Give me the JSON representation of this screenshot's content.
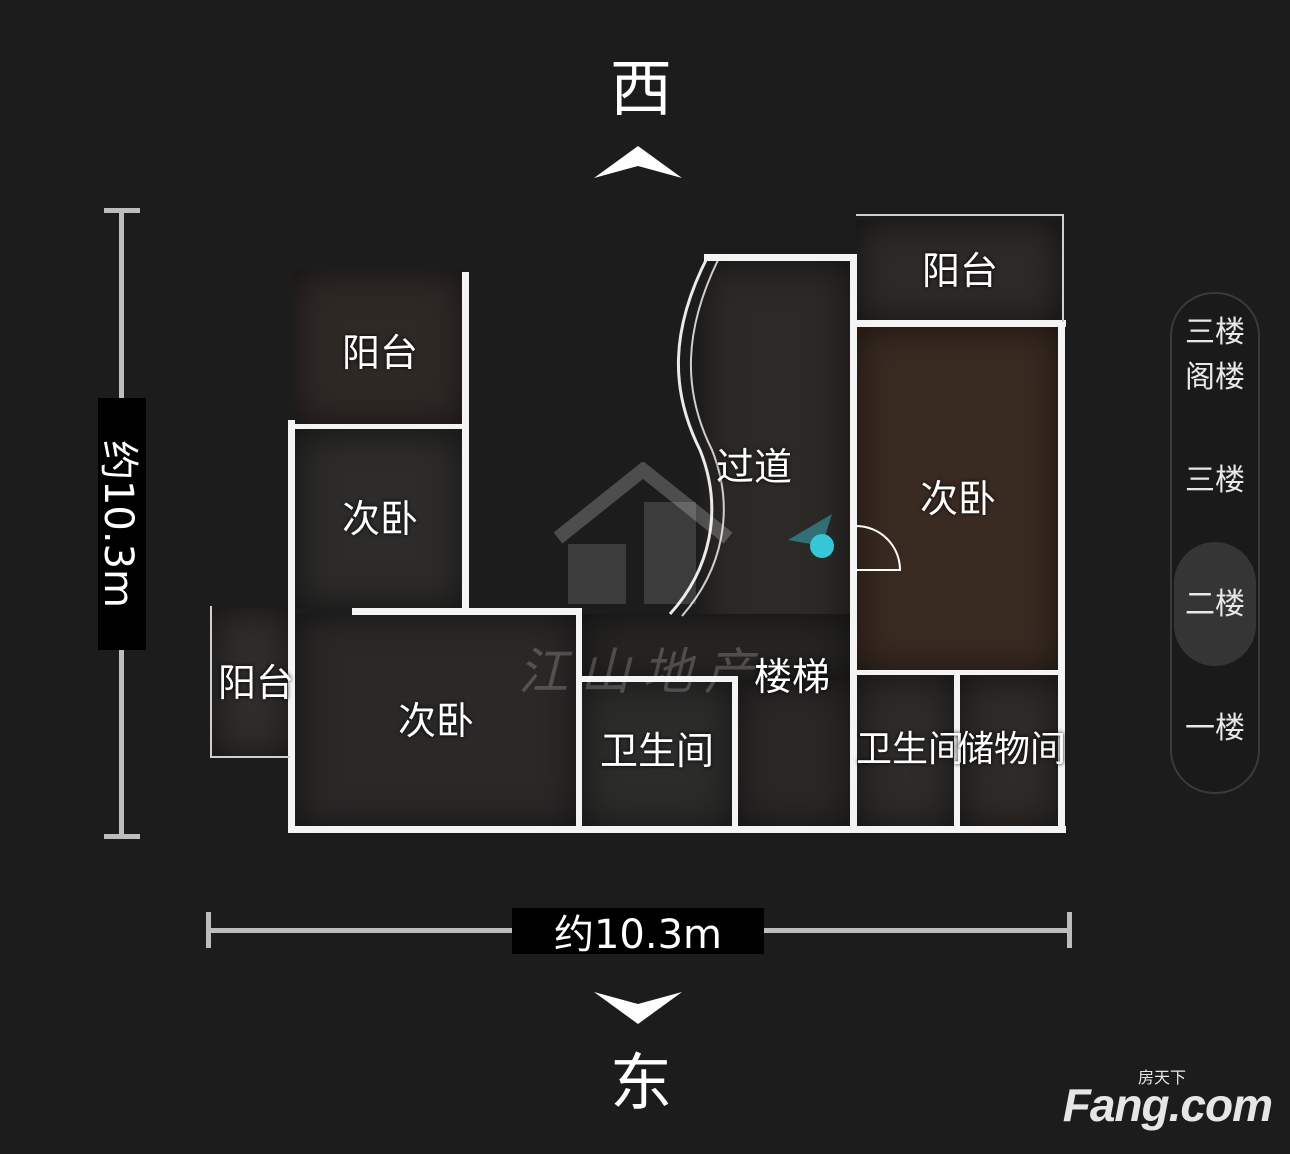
{
  "compass": {
    "top": "西",
    "bottom": "东"
  },
  "dimensions": {
    "vertical": "约10.3m",
    "horizontal": "约10.3m"
  },
  "rooms": {
    "balcony_top_left": "阳台",
    "bedroom_mid_left": "次卧",
    "balcony_left": "阳台",
    "bedroom_bottom_left": "次卧",
    "hallway": "过道",
    "stairs": "楼梯",
    "bathroom_center": "卫生间",
    "balcony_top_right": "阳台",
    "bedroom_right": "次卧",
    "bathroom_right": "卫生间",
    "storage": "储物间"
  },
  "floors": {
    "items": [
      {
        "label": "三楼\n阁楼"
      },
      {
        "label": "三楼"
      },
      {
        "label": "二楼",
        "active": true
      },
      {
        "label": "一楼"
      }
    ]
  },
  "watermark": {
    "text": "江山地产"
  },
  "brand": {
    "small": "房天下",
    "logo": "Fang.com"
  },
  "colors": {
    "background": "#1c1c1c",
    "wall": "#f4f4f4",
    "position_marker": "#37c6d6"
  }
}
